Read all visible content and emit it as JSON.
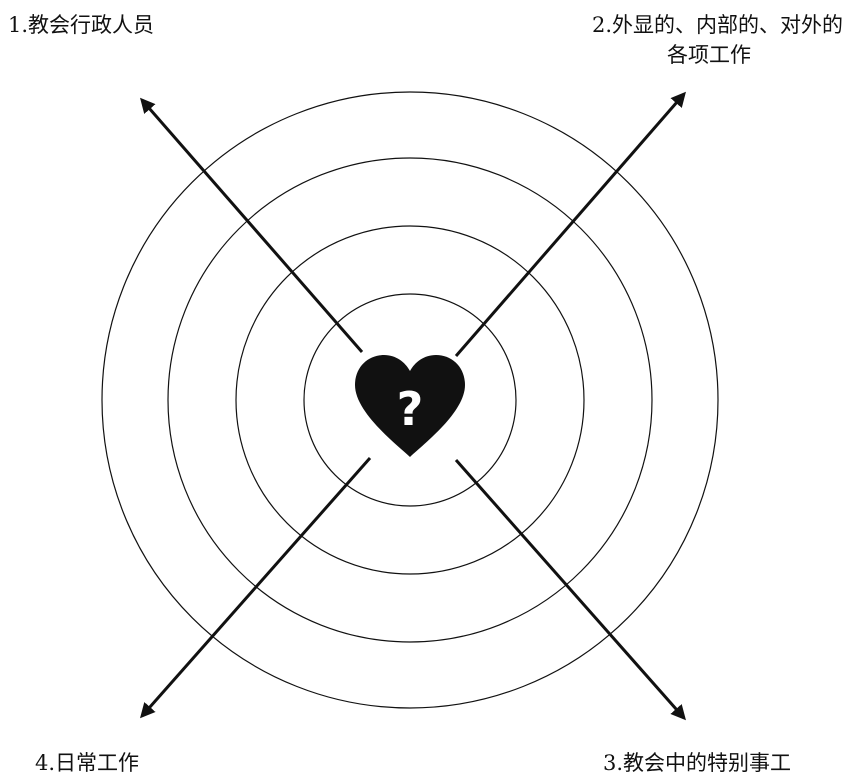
{
  "labels": {
    "top_left": "1.教会行政人员",
    "top_right_line1": "2.外显的、内部的、对外的",
    "top_right_line2": "各项工作",
    "bottom_right": "3.教会中的特别事工",
    "bottom_left": "4.日常工作"
  },
  "center": {
    "symbol": "?",
    "icon": "heart-question-icon"
  },
  "rings": 4,
  "colors": {
    "ink": "#111111",
    "background": "#ffffff"
  }
}
